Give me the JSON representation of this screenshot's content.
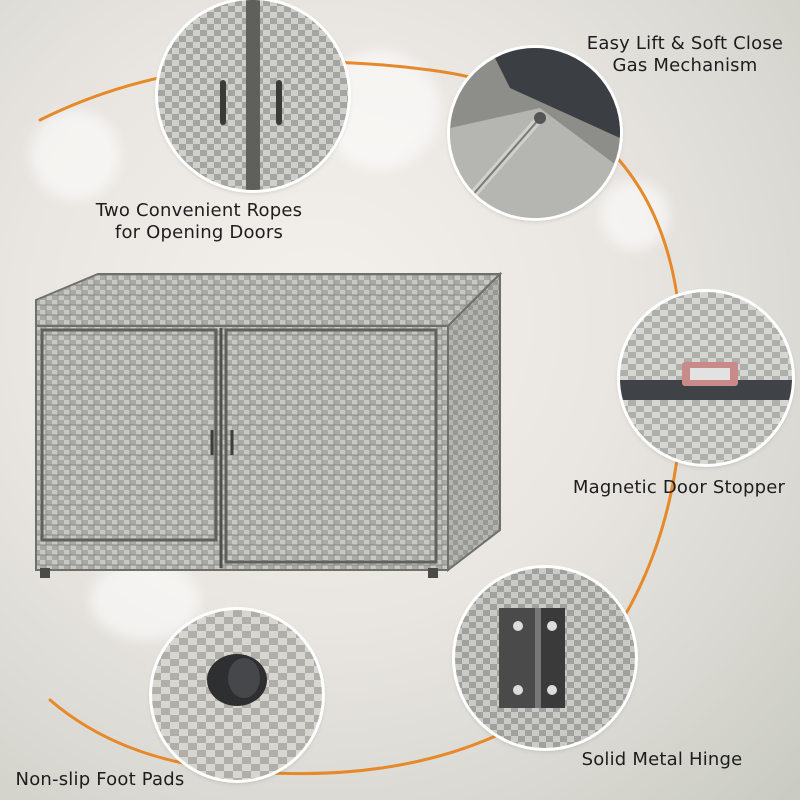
{
  "callouts": {
    "ropes": "Two Convenient Ropes\nfor Opening Doors",
    "gas": "Easy Lift & Soft Close\nGas Mechanism",
    "magnet": "Magnetic Door Stopper",
    "hinge": "Solid Metal Hinge",
    "pads": "Non-slip Foot Pads"
  },
  "colors": {
    "accent_arc": "#e6892b",
    "rattan_light": "#b9b9b6",
    "rattan_dark": "#6f6f6b",
    "metal": "#8a8a8a"
  },
  "icons": {
    "ropes": "rope-handle-icon",
    "gas": "gas-strut-icon",
    "magnet": "magnet-icon",
    "hinge": "hinge-icon",
    "pads": "foot-pad-icon"
  }
}
